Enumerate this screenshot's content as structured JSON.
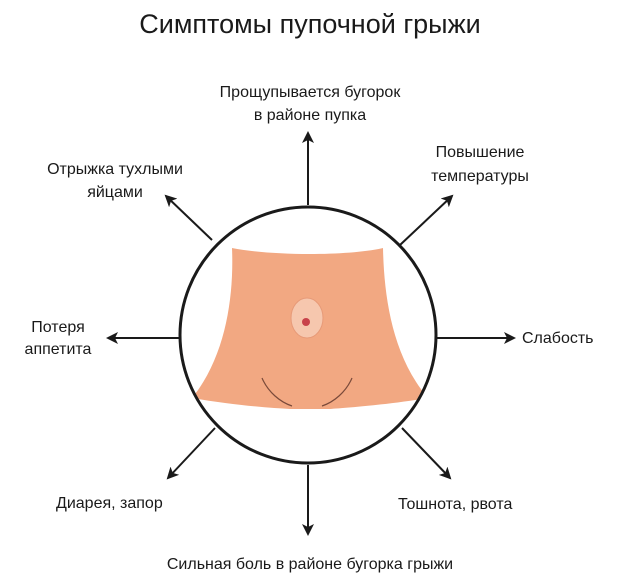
{
  "title": "Симптомы пупочной грыжи",
  "symptoms": {
    "top": [
      "Прощупывается бугорок",
      "в районе пупка"
    ],
    "top_right": [
      "Повышение",
      "температуры"
    ],
    "right": "Слабость",
    "bottom_right": "Тошнота, рвота",
    "bottom": "Сильная боль в районе бугорка грыжи",
    "bottom_left": "Диарея, запор",
    "left": [
      "Потеря",
      "аппетита"
    ],
    "top_left": [
      "Отрыжка тухлыми",
      "яйцами"
    ]
  },
  "colors": {
    "skin": "#f2a882",
    "navel": "#f6c7ae",
    "navel_dot": "#c8424a",
    "outline": "#1a1a1a",
    "crease": "#7a4a3a"
  }
}
